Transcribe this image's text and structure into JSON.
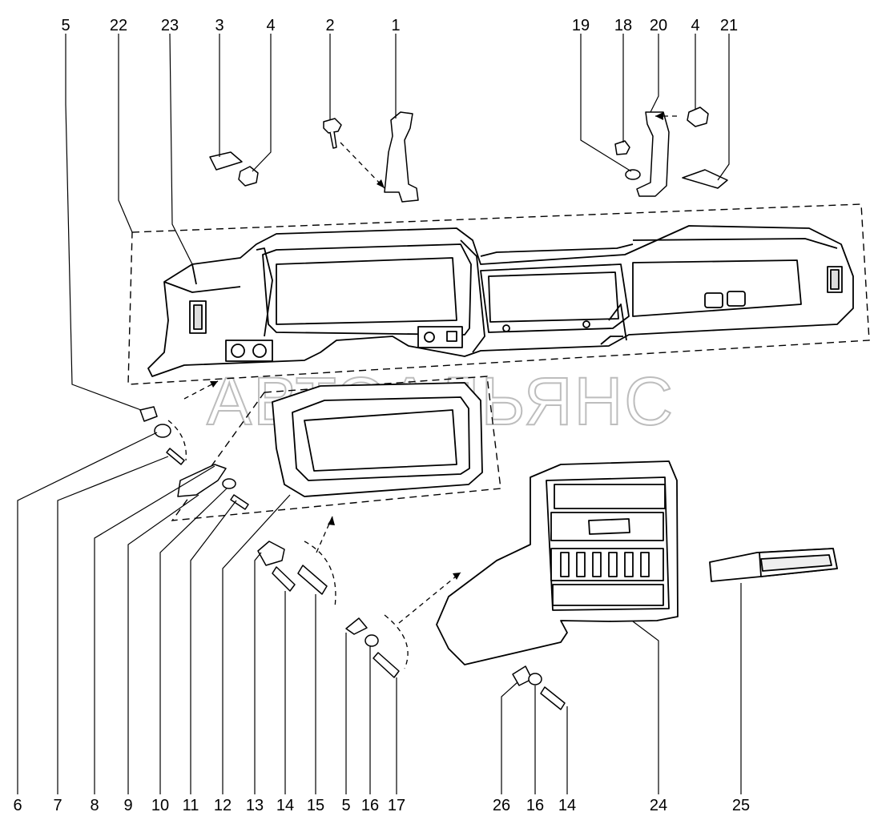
{
  "watermark": "АВТОАЛЬЯНС",
  "callouts_top": [
    "5",
    "22",
    "23",
    "3",
    "4",
    "2",
    "1",
    "19",
    "18",
    "20",
    "4",
    "21"
  ],
  "callouts_bottom": [
    "6",
    "7",
    "8",
    "9",
    "10",
    "11",
    "12",
    "13",
    "14",
    "15",
    "5",
    "16",
    "17",
    "26",
    "16",
    "14",
    "24",
    "25"
  ]
}
